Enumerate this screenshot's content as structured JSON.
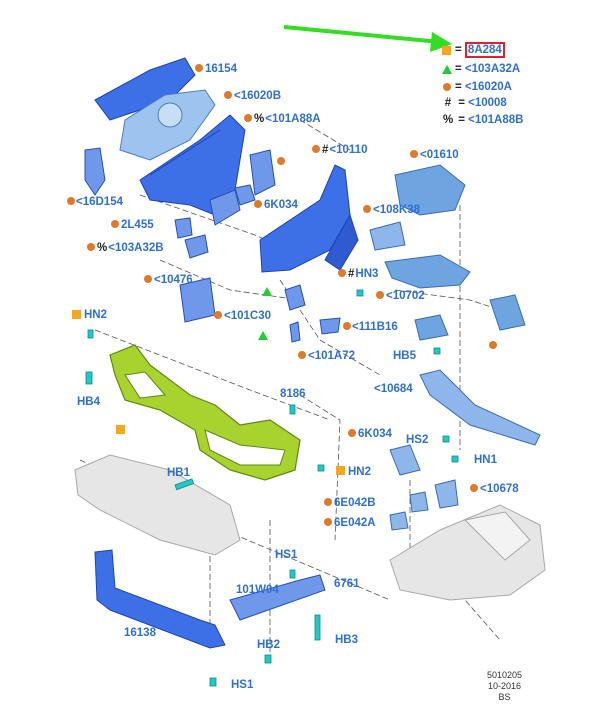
{
  "colors": {
    "label_blue": "#2f6fd8",
    "callout_orange": "#e07a2a",
    "square_orange": "#f5a623",
    "triangle_green": "#22cc33",
    "arrow_green": "#33dd22",
    "highlight_red": "#e0202a",
    "part_blue": "#3d6fe6",
    "part_lightblue": "#7fb3e8",
    "part_green": "#9fd12a",
    "part_gray": "#d8d8d8",
    "fastener_cyan": "#22c8c8"
  },
  "legend": [
    {
      "marker": "orange-square",
      "text": "= ",
      "value": "8A284"
    },
    {
      "marker": "green-triangle",
      "text": "= ",
      "value": "<103A32A"
    },
    {
      "marker": "orange-dot",
      "text": "= ",
      "value": "<16020A"
    },
    {
      "marker": "#",
      "text": "= ",
      "value": "<10008"
    },
    {
      "marker": "%",
      "text": "= ",
      "value": "<101A88B"
    }
  ],
  "callouts": {
    "c16154": "16154",
    "c16020B": "<16020B",
    "c101A88A": "<101A88A",
    "c10110": "<10110",
    "c01610": "<01610",
    "c16D154": "<16D154",
    "c6K034a": "6K034",
    "c108K38": "<108K38",
    "c2L455": "2L455",
    "c103A32B": "<103A32B",
    "cHN3": "HN3",
    "c10476": "<10476",
    "c10702": "<10702",
    "c101C30": "<101C30",
    "cHN2a": "HN2",
    "c111B16": "<111B16",
    "cHB5": "HB5",
    "c101A72": "<101A72",
    "cHB4": "HB4",
    "c10684": "<10684",
    "c8186": "8186",
    "c6K034b": "6K034",
    "cHS2": "HS2",
    "cHN1": "HN1",
    "cHB1": "HB1",
    "cHN2b": "HN2",
    "c10678": "<10678",
    "c6E042B": "6E042B",
    "c6E042A": "6E042A",
    "cHS1a": "HS1",
    "c101W04": "101W04",
    "c6761": "6761",
    "c16138": "16138",
    "cHB2": "HB2",
    "cHB3": "HB3",
    "cHS1b": "HS1"
  },
  "symbols": {
    "hash": "#",
    "percent": "%"
  },
  "stamp": {
    "line1": "5010205",
    "line2": "10-2016",
    "line3": "BS"
  }
}
